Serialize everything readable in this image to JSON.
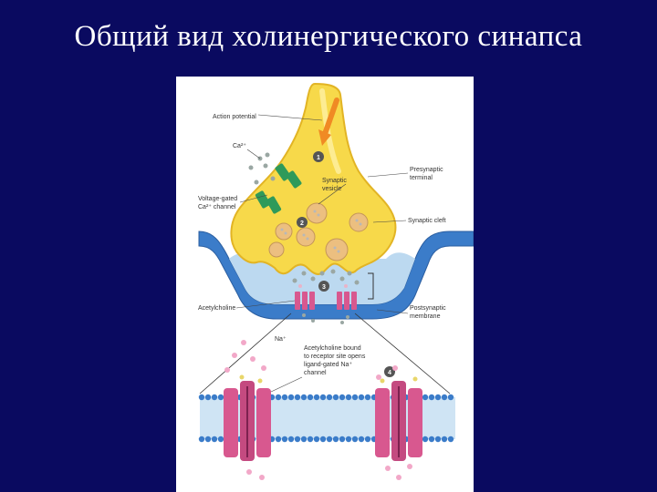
{
  "slide": {
    "title": "Общий вид холинергического синапса"
  },
  "figure": {
    "labels": {
      "action_potential": "Action potential",
      "ca": "Ca²⁺",
      "voltage_gated_line1": "Voltage-gated",
      "voltage_gated_line2": "Ca²⁺ channel",
      "synaptic_vesicle_line1": "Synaptic",
      "synaptic_vesicle_line2": "vesicle",
      "presynaptic_line1": "Presynaptic",
      "presynaptic_line2": "terminal",
      "synaptic_cleft": "Synaptic cleft",
      "acetylcholine": "Acetylcholine",
      "postsynaptic_line1": "Postsynaptic",
      "postsynaptic_line2": "membrane",
      "na": "Na⁺",
      "ach_bound_line1": "Acetylcholine bound",
      "ach_bound_line2": "to receptor site opens",
      "ach_bound_line3": "ligand-gated Na⁺",
      "ach_bound_line4": "channel"
    },
    "steps": [
      "1",
      "2",
      "3",
      "4"
    ],
    "colors": {
      "terminal_fill": "#f7d94a",
      "terminal_stroke": "#e2b424",
      "membrane": "#3b7cc9",
      "cleft_fill": "#bcd9f0",
      "receptor": "#d8588f",
      "channel_green": "#2f9a5a",
      "vesicle": "#ecbf80",
      "background": "#0a0a60"
    }
  }
}
